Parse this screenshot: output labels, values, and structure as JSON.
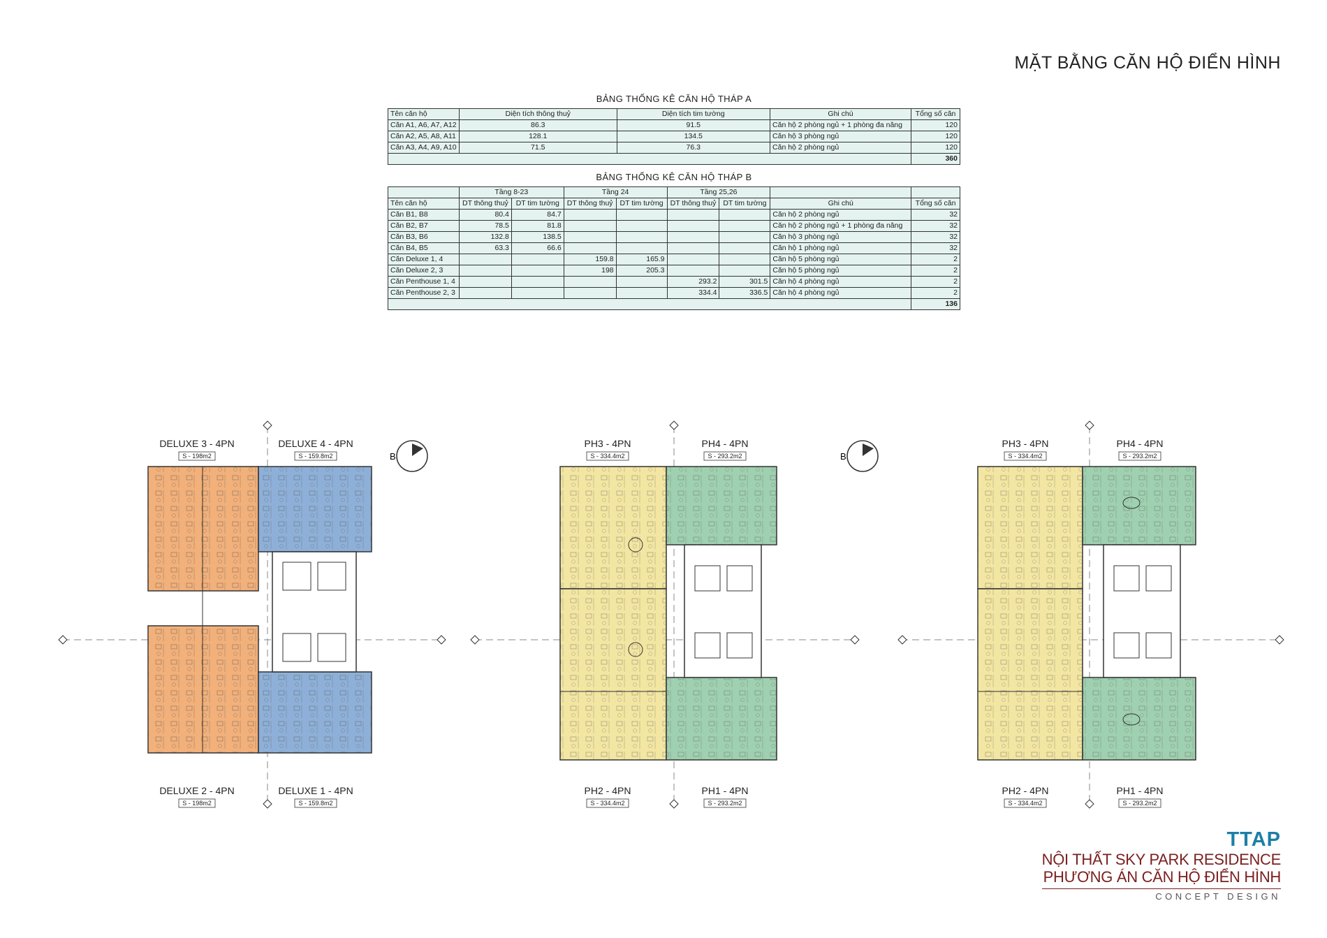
{
  "page_title": "MẶT BẰNG CĂN HỘ ĐIỂN HÌNH",
  "table_a": {
    "title": "BẢNG THỐNG KÊ CĂN HỘ THÁP A",
    "headers": [
      "Tên căn hộ",
      "Diện tích thông thuỷ",
      "Diện tích tim tường",
      "Ghi chú",
      "Tổng số căn"
    ],
    "rows": [
      [
        "Căn A1, A6, A7, A12",
        "86.3",
        "91.5",
        "Căn hộ 2 phòng ngủ + 1 phòng đa năng",
        "120"
      ],
      [
        "Căn A2, A5, A8, A11",
        "128.1",
        "134.5",
        "Căn hộ 3 phòng ngủ",
        "120"
      ],
      [
        "Căn A3, A4, A9, A10",
        "71.5",
        "76.3",
        "Căn hộ 2 phòng ngủ",
        "120"
      ]
    ],
    "total": "360"
  },
  "table_b": {
    "title": "BẢNG THỐNG KÊ CĂN HỘ THÁP B",
    "group_headers": [
      "Tầng 8-23",
      "Tầng 24",
      "Tầng 25,26"
    ],
    "headers": [
      "Tên căn hộ",
      "DT thông thuỷ",
      "DT tim tường",
      "DT thông thuỷ",
      "DT tim tường",
      "DT thông thuỷ",
      "DT tim tường",
      "Ghi chú",
      "Tổng số căn"
    ],
    "rows": [
      [
        "Căn B1, B8",
        "80.4",
        "84.7",
        "",
        "",
        "",
        "",
        "Căn hộ 2 phòng ngủ",
        "32"
      ],
      [
        "Căn B2, B7",
        "78.5",
        "81.8",
        "",
        "",
        "",
        "",
        "Căn hộ 2 phòng ngủ + 1 phòng đa năng",
        "32"
      ],
      [
        "Căn B3, B6",
        "132.8",
        "138.5",
        "",
        "",
        "",
        "",
        "Căn hộ 3 phòng ngủ",
        "32"
      ],
      [
        "Căn B4, B5",
        "63.3",
        "66.6",
        "",
        "",
        "",
        "",
        "Căn hộ 1 phòng ngủ",
        "32"
      ],
      [
        "Căn Deluxe 1, 4",
        "",
        "",
        "159.8",
        "165.9",
        "",
        "",
        "Căn hộ 5 phòng ngủ",
        "2"
      ],
      [
        "Căn Deluxe 2, 3",
        "",
        "",
        "198",
        "205.3",
        "",
        "",
        "Căn hộ 5 phòng ngủ",
        "2"
      ],
      [
        "Căn Penthouse 1, 4",
        "",
        "",
        "",
        "",
        "293.2",
        "301.5",
        "Căn hộ 4 phòng ngủ",
        "2"
      ],
      [
        "Căn Penthouse 2, 3",
        "",
        "",
        "",
        "",
        "334.4",
        "336.5",
        "Căn hộ 4 phòng ngủ",
        "2"
      ]
    ],
    "total": "136"
  },
  "plans": {
    "compass_label": "B",
    "plan1": {
      "top_left": {
        "name": "DELUXE 3 - 4PN",
        "area": "S - 198m2"
      },
      "top_right": {
        "name": "DELUXE 4 - 4PN",
        "area": "S - 159.8m2"
      },
      "bottom_left": {
        "name": "DELUXE 2 - 4PN",
        "area": "S - 198m2"
      },
      "bottom_right": {
        "name": "DELUXE 1 - 4PN",
        "area": "S - 159.8m2"
      }
    },
    "plan2": {
      "top_left": {
        "name": "PH3 - 4PN",
        "area": "S - 334.4m2"
      },
      "top_right": {
        "name": "PH4 - 4PN",
        "area": "S - 293.2m2"
      },
      "bottom_left": {
        "name": "PH2 - 4PN",
        "area": "S - 334.4m2"
      },
      "bottom_right": {
        "name": "PH1 - 4PN",
        "area": "S - 293.2m2"
      }
    },
    "plan3": {
      "top_left": {
        "name": "PH3 - 4PN",
        "area": "S - 334.4m2"
      },
      "top_right": {
        "name": "PH4 - 4PN",
        "area": "S - 293.2m2"
      },
      "bottom_left": {
        "name": "PH2 - 4PN",
        "area": "S - 334.4m2"
      },
      "bottom_right": {
        "name": "PH1 - 4PN",
        "area": "S - 293.2m2"
      }
    },
    "colors": {
      "deluxe_left": "#f2b07a",
      "deluxe_right": "#8eb0d8",
      "ph_left": "#f3e6a2",
      "ph_right": "#9fd0b0"
    }
  },
  "branding": {
    "logo": "TTAP",
    "line1": "NỘI THẤT SKY PARK RESIDENCE",
    "line2": "PHƯƠNG ÁN CĂN HỘ ĐIỂN HÌNH",
    "line3": "CONCEPT DESIGN"
  }
}
